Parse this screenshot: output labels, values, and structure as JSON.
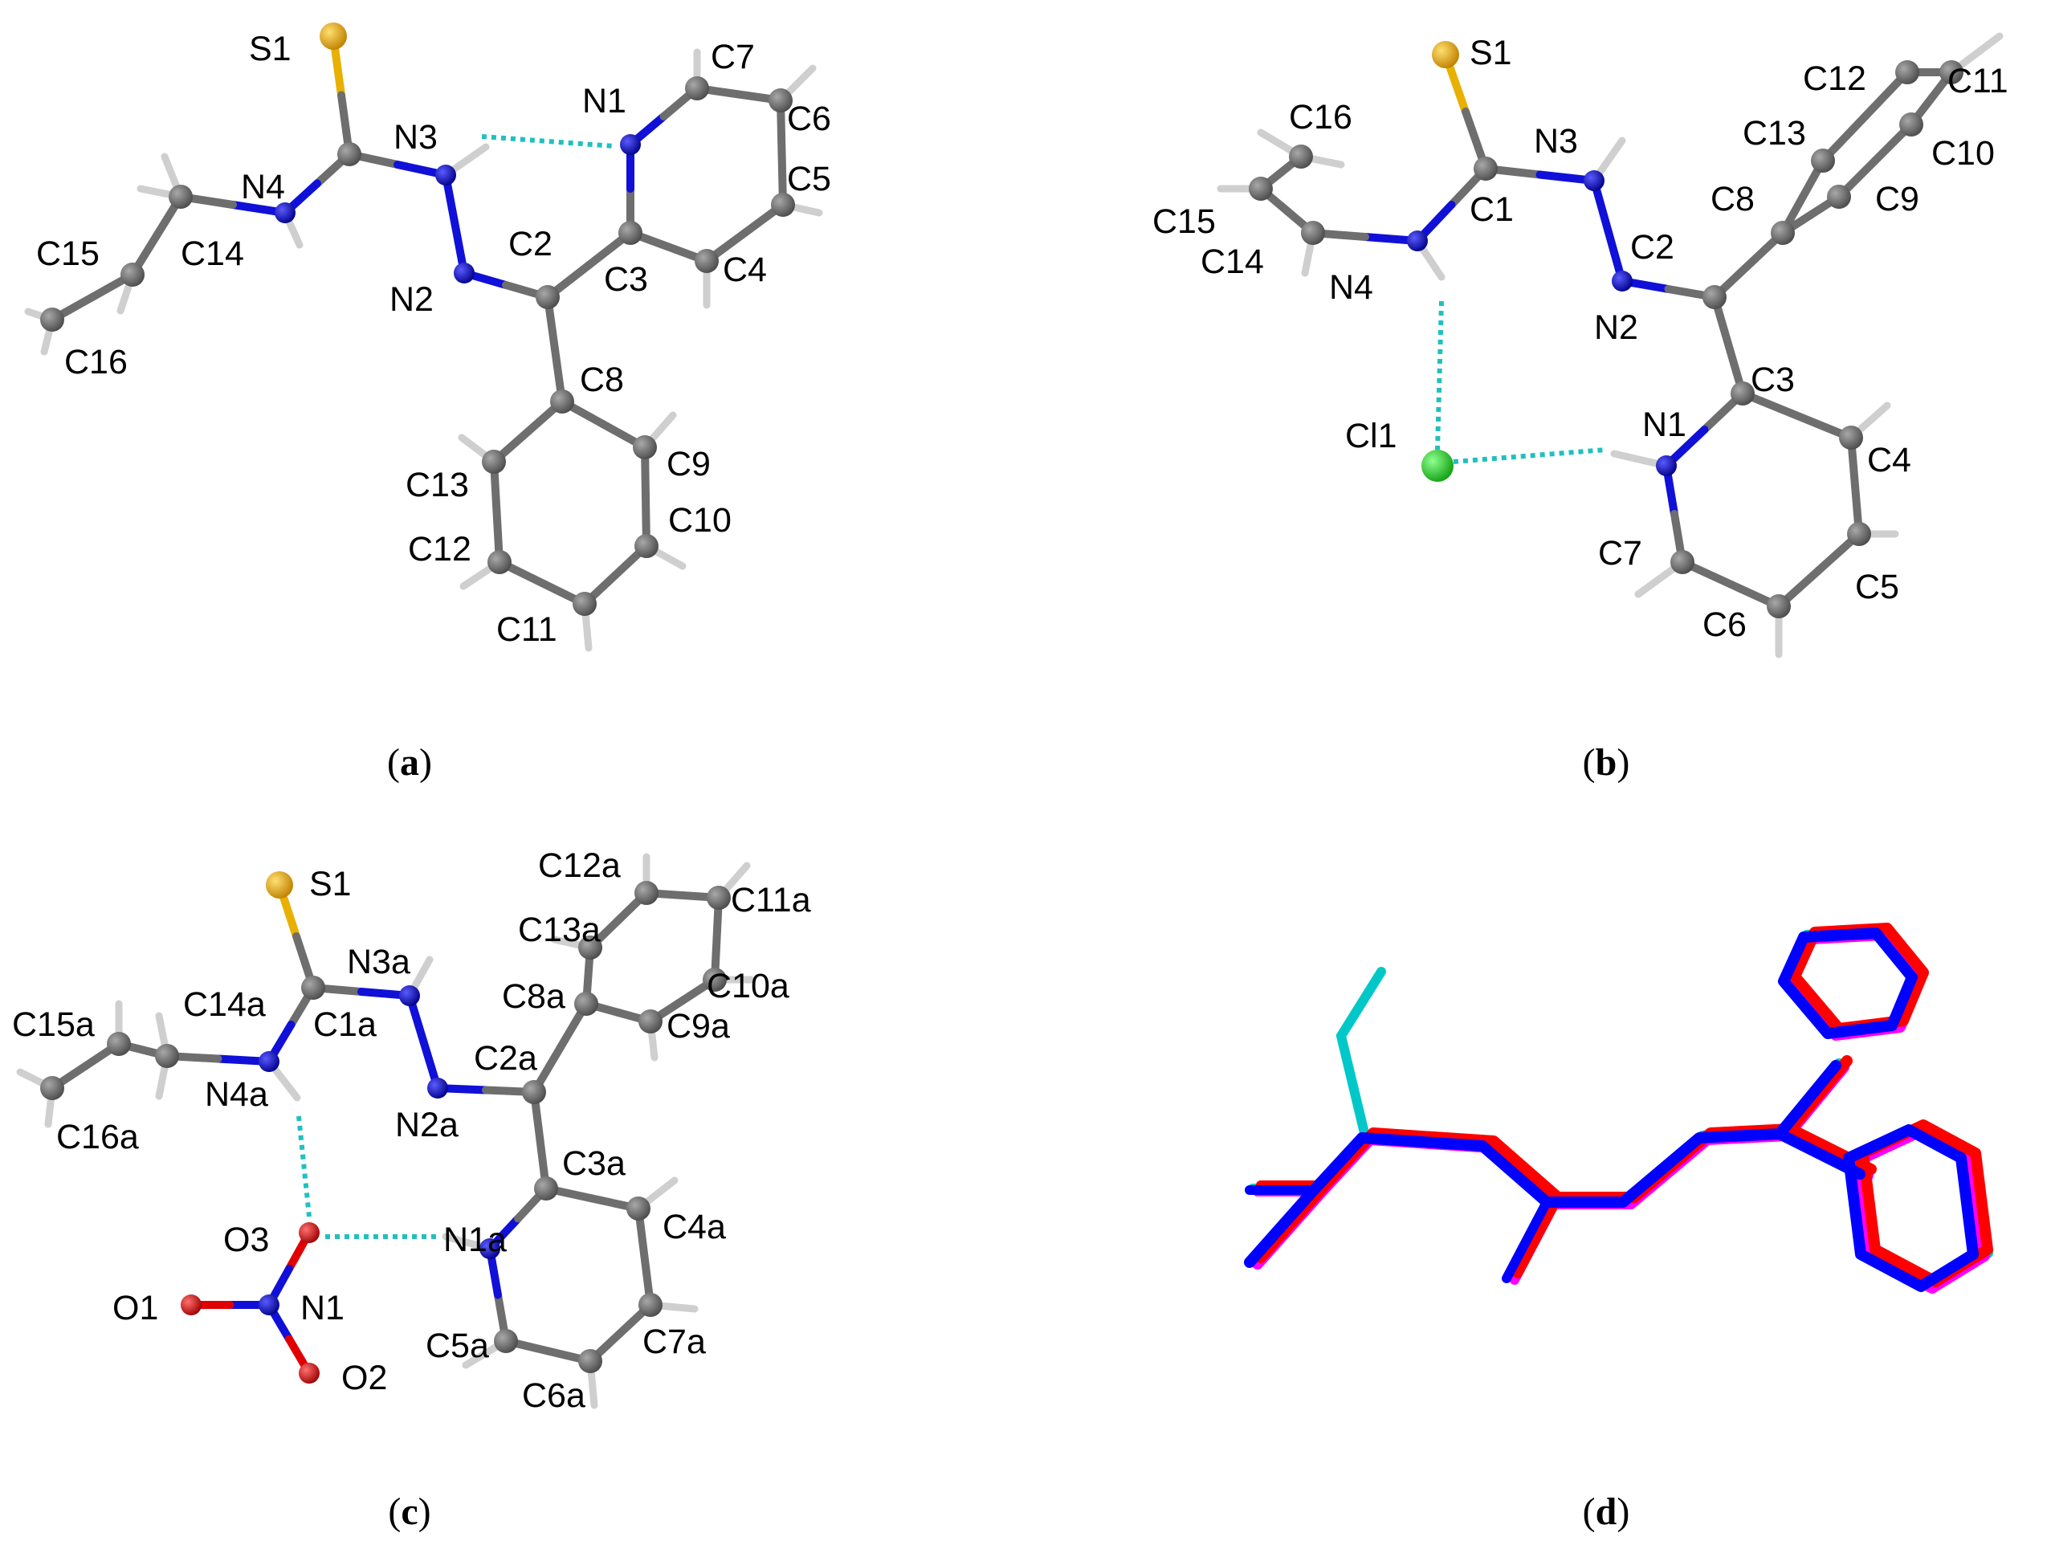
{
  "panels": [
    {
      "id": "a",
      "caption": {
        "open": "(",
        "letter": "a",
        "close": ")"
      },
      "labels": [
        "S1",
        "N3",
        "N1",
        "C7",
        "C6",
        "C5",
        "N4",
        "C14",
        "C15",
        "C16",
        "N2",
        "C2",
        "C3",
        "C4",
        "C8",
        "C13",
        "C9",
        "C12",
        "C10",
        "C11"
      ],
      "hbond_pairs": [
        [
          "N3-H",
          "N1"
        ]
      ]
    },
    {
      "id": "b",
      "caption": {
        "open": "(",
        "letter": "b",
        "close": ")"
      },
      "labels": [
        "S1",
        "C16",
        "N3",
        "C12",
        "C11",
        "C13",
        "C10",
        "C15",
        "C1",
        "C8",
        "C9",
        "C14",
        "N4",
        "C2",
        "N2",
        "C3",
        "N1",
        "Cl1",
        "C4",
        "C7",
        "C5",
        "C6"
      ],
      "hbond_pairs": [
        [
          "N4-H",
          "Cl1"
        ],
        [
          "N1-H",
          "Cl1"
        ]
      ]
    },
    {
      "id": "c",
      "caption": {
        "open": "(",
        "letter": "c",
        "close": ")"
      },
      "labels": [
        "S1",
        "C12a",
        "C11a",
        "C13a",
        "N3a",
        "C10a",
        "C8a",
        "C14a",
        "C15a",
        "C1a",
        "C9a",
        "C2a",
        "N4a",
        "N2a",
        "C16a",
        "C3a",
        "C4a",
        "N1a",
        "O3",
        "O1",
        "N1",
        "C7a",
        "C5a",
        "O2",
        "C6a"
      ],
      "hbond_pairs": [
        [
          "N4a-H",
          "O3"
        ],
        [
          "N1a-H",
          "O3"
        ]
      ]
    },
    {
      "id": "d",
      "caption": {
        "open": "(",
        "letter": "d",
        "close": ")"
      },
      "overlay_colors": [
        "#00c8c8",
        "#ff00ff",
        "#ff0000",
        "#0000ff"
      ]
    }
  ],
  "colors": {
    "carbon": "#6e6e6e",
    "nitrogen": "#1010d8",
    "sulfur": "#e8b000",
    "chlorine": "#20d020",
    "oxygen": "#e00000",
    "hydrogen": "#cfcfcf",
    "hbond": "#20c0c0"
  }
}
